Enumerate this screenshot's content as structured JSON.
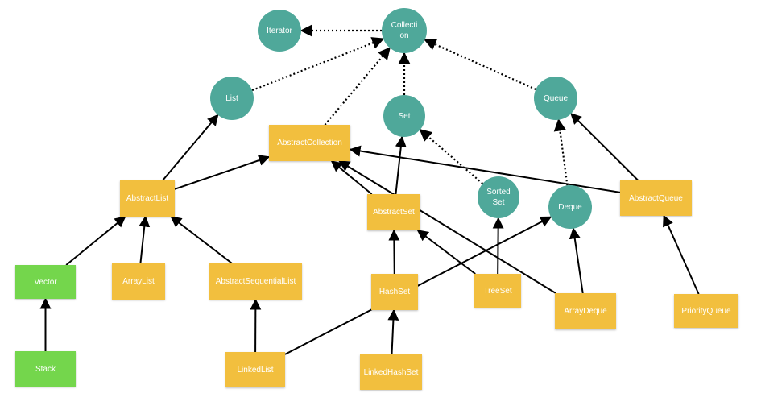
{
  "diagram": {
    "colors": {
      "interface": "#4fa89a",
      "class": "#f2bf3e",
      "concrete": "#74d64c",
      "edge": "#000000"
    },
    "nodes": {
      "iterator": "Iterator",
      "collection": "Collecti on",
      "list": "List",
      "set": "Set",
      "queue": "Queue",
      "sorted_set": "Sorted Set",
      "deque": "Deque",
      "abstract_collection": "AbstractCollection",
      "abstract_list": "AbstractList",
      "abstract_set": "AbstractSet",
      "abstract_queue": "AbstractQueue",
      "vector": "Vector",
      "array_list": "ArrayList",
      "abstract_sequential_list": "AbstractSequentialList",
      "hash_set": "HashSet",
      "tree_set": "TreeSet",
      "array_deque": "ArrayDeque",
      "priority_queue": "PriorityQueue",
      "stack": "Stack",
      "linked_list": "LinkedList",
      "linked_hash_set": "LinkedHashSet"
    },
    "edges": [
      {
        "from": "collection",
        "to": "iterator",
        "style": "dotted"
      },
      {
        "from": "list",
        "to": "collection",
        "style": "dotted"
      },
      {
        "from": "abstract_collection",
        "to": "collection",
        "style": "dotted"
      },
      {
        "from": "set",
        "to": "collection",
        "style": "dotted"
      },
      {
        "from": "queue",
        "to": "collection",
        "style": "dotted"
      },
      {
        "from": "sorted_set",
        "to": "set",
        "style": "dotted"
      },
      {
        "from": "deque",
        "to": "queue",
        "style": "dotted"
      },
      {
        "from": "abstract_list",
        "to": "list",
        "style": "solid"
      },
      {
        "from": "abstract_list",
        "to": "abstract_collection",
        "style": "solid"
      },
      {
        "from": "abstract_set",
        "to": "abstract_collection",
        "style": "solid"
      },
      {
        "from": "abstract_set",
        "to": "set",
        "style": "solid"
      },
      {
        "from": "abstract_queue",
        "to": "abstract_collection",
        "style": "solid"
      },
      {
        "from": "abstract_queue",
        "to": "queue",
        "style": "solid"
      },
      {
        "from": "vector",
        "to": "abstract_list",
        "style": "solid"
      },
      {
        "from": "array_list",
        "to": "abstract_list",
        "style": "solid"
      },
      {
        "from": "abstract_sequential_list",
        "to": "abstract_list",
        "style": "solid"
      },
      {
        "from": "stack",
        "to": "vector",
        "style": "solid"
      },
      {
        "from": "linked_list",
        "to": "abstract_sequential_list",
        "style": "solid"
      },
      {
        "from": "linked_list",
        "to": "deque",
        "style": "solid"
      },
      {
        "from": "hash_set",
        "to": "abstract_set",
        "style": "solid"
      },
      {
        "from": "linked_hash_set",
        "to": "hash_set",
        "style": "solid"
      },
      {
        "from": "tree_set",
        "to": "abstract_set",
        "style": "solid"
      },
      {
        "from": "tree_set",
        "to": "sorted_set",
        "style": "solid"
      },
      {
        "from": "array_deque",
        "to": "abstract_collection",
        "style": "solid"
      },
      {
        "from": "array_deque",
        "to": "deque",
        "style": "solid"
      },
      {
        "from": "priority_queue",
        "to": "abstract_queue",
        "style": "solid"
      }
    ]
  }
}
